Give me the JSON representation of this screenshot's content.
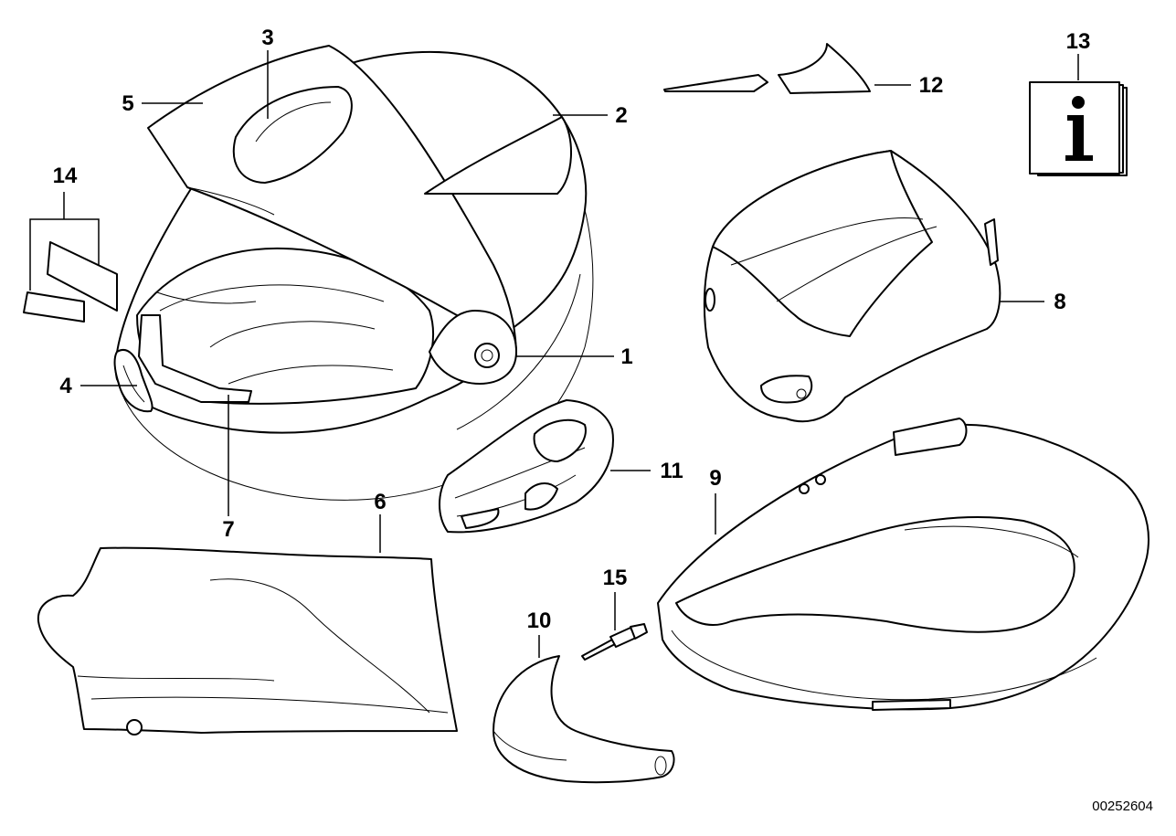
{
  "diagram": {
    "document_number": "00252604",
    "info_icon_letter": "i",
    "callouts": [
      {
        "id": "1",
        "label": "1"
      },
      {
        "id": "2",
        "label": "2"
      },
      {
        "id": "3",
        "label": "3"
      },
      {
        "id": "4",
        "label": "4"
      },
      {
        "id": "5",
        "label": "5"
      },
      {
        "id": "6",
        "label": "6"
      },
      {
        "id": "7",
        "label": "7"
      },
      {
        "id": "8",
        "label": "8"
      },
      {
        "id": "9",
        "label": "9"
      },
      {
        "id": "10",
        "label": "10"
      },
      {
        "id": "11",
        "label": "11"
      },
      {
        "id": "12",
        "label": "12"
      },
      {
        "id": "13",
        "label": "13"
      },
      {
        "id": "14",
        "label": "14"
      },
      {
        "id": "15",
        "label": "15"
      }
    ]
  }
}
